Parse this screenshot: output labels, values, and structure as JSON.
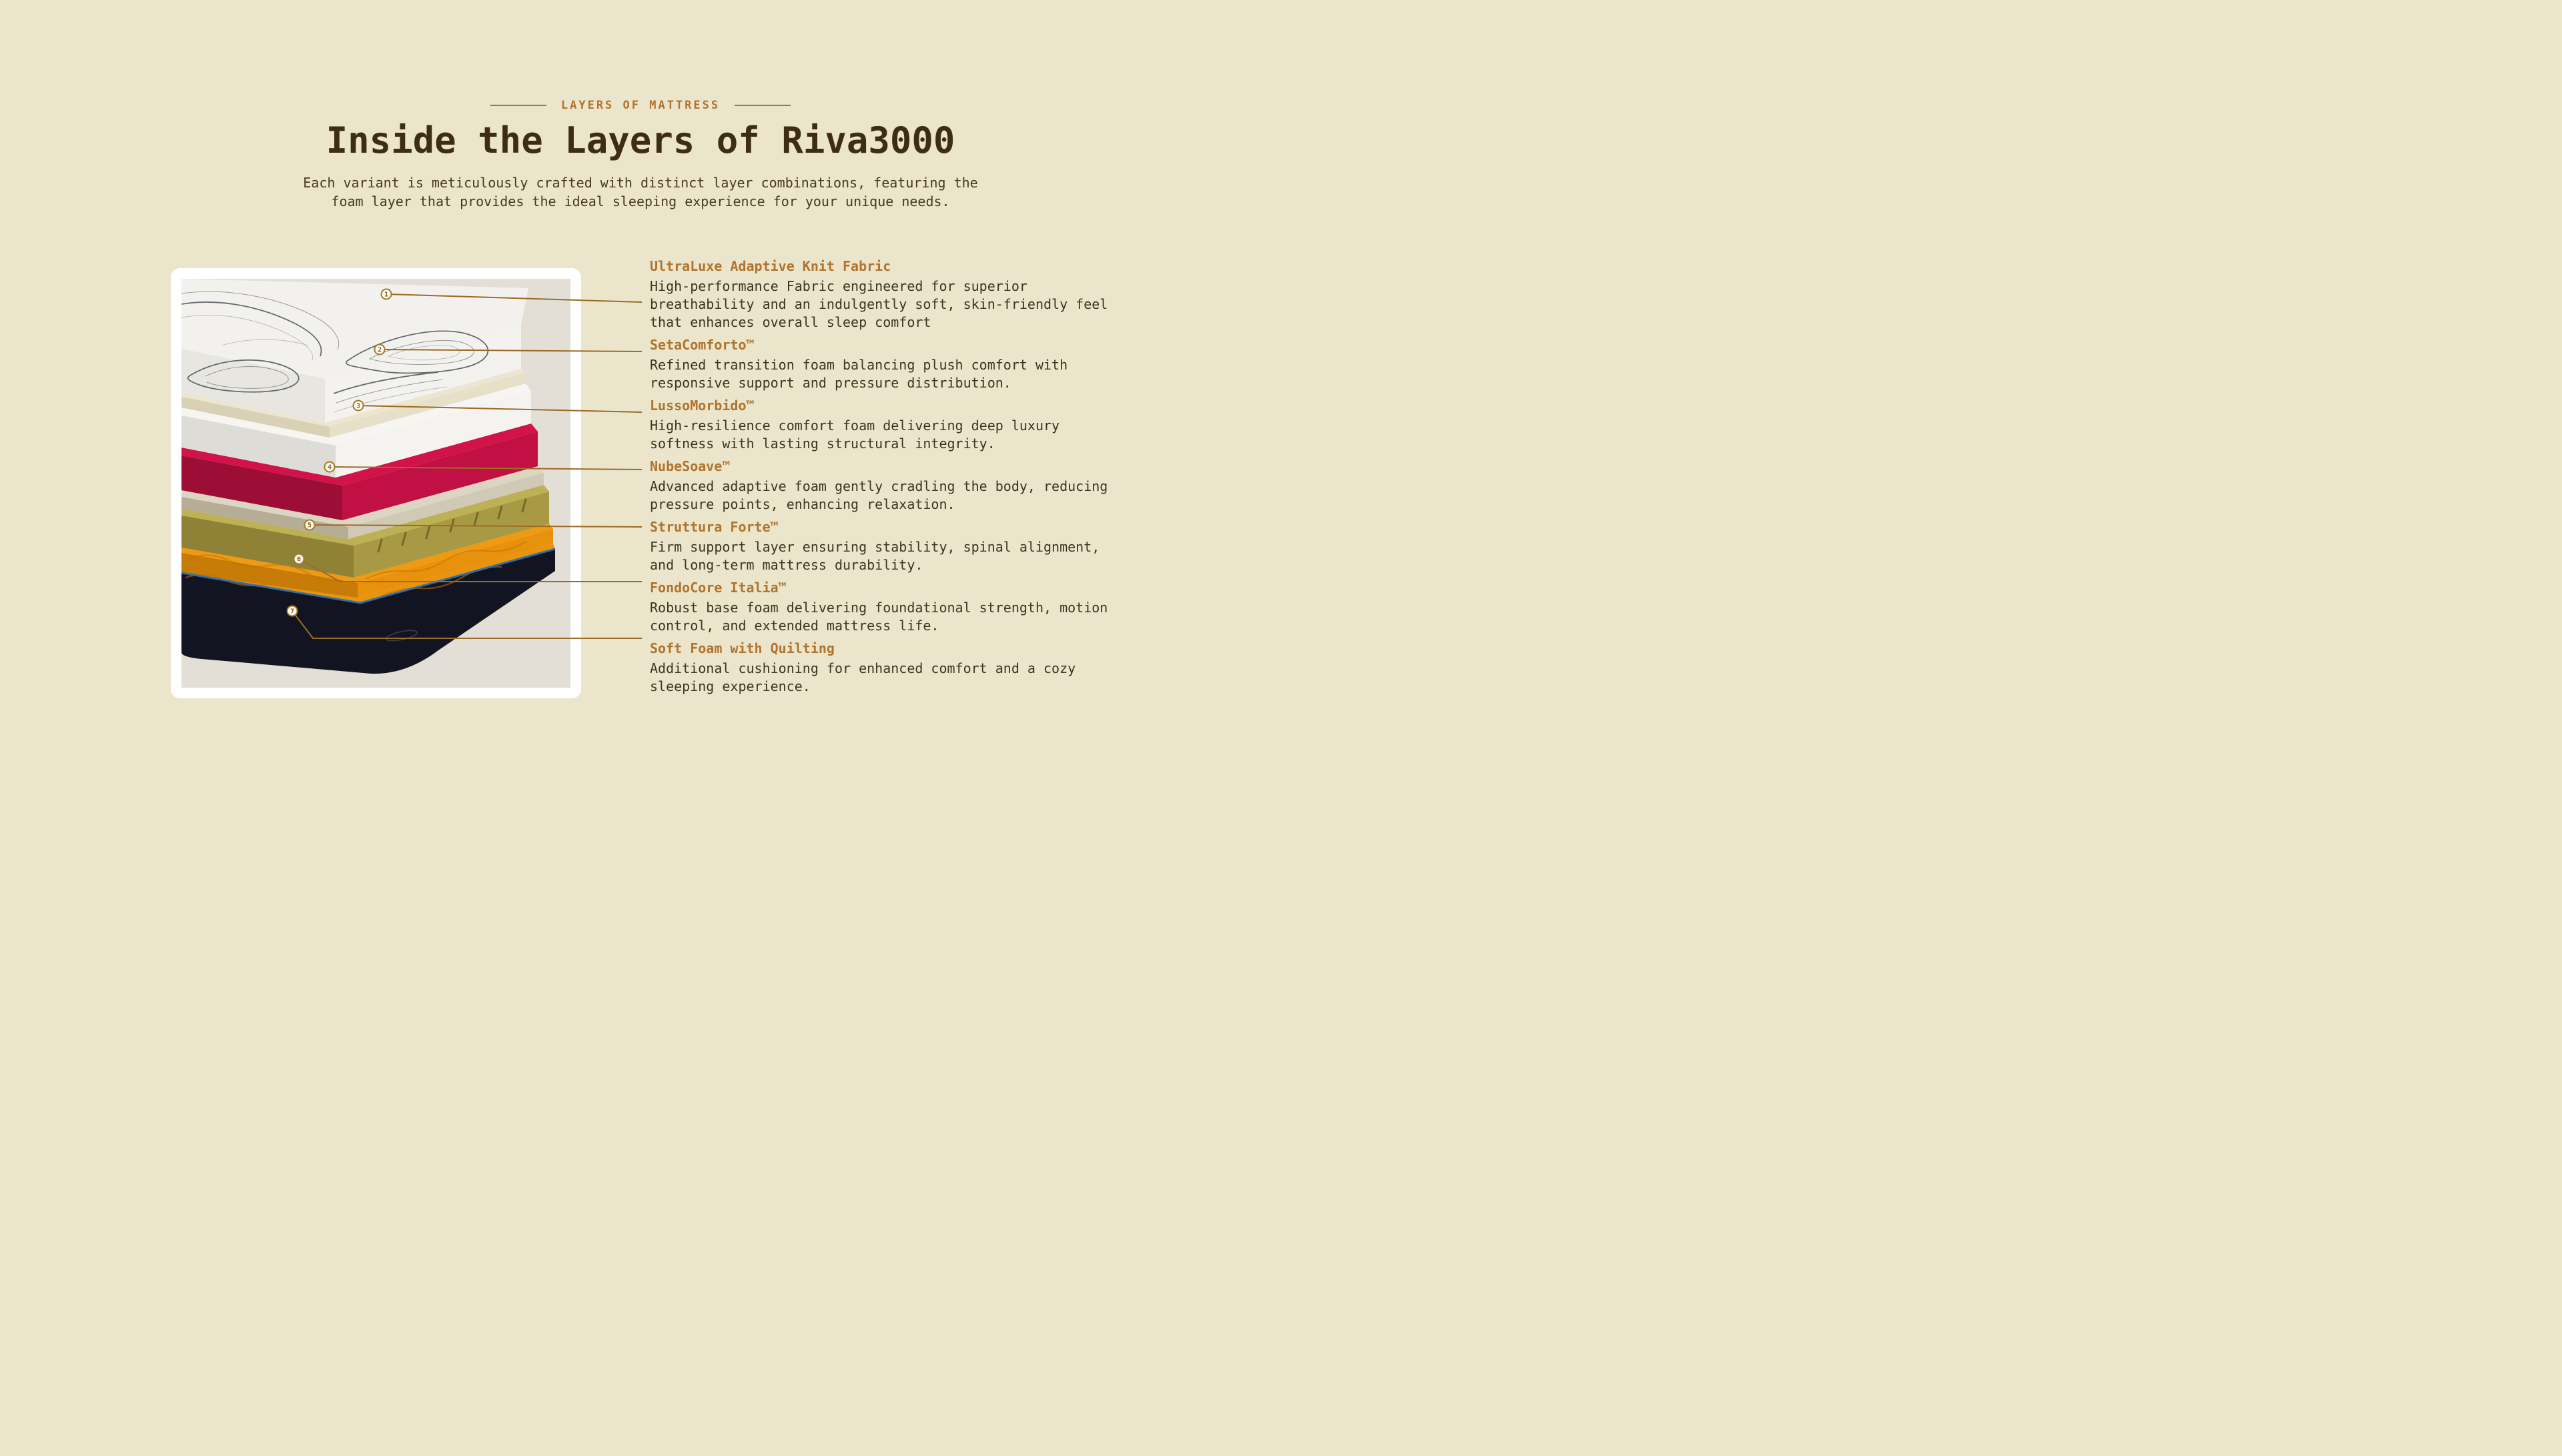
{
  "colors": {
    "page_background": "#ebe5cb",
    "frame_background": "#ffffff",
    "panel_background": "#e3dfd6",
    "accent": "#b0742e",
    "heading": "#3e2d16",
    "body_text": "#3d3322",
    "callout_line": "#9c6c24",
    "mattress_layers": [
      {
        "name": "knit-fabric-top",
        "color": "#f2f1ed"
      },
      {
        "name": "transition-foam",
        "color": "#e6e0c9"
      },
      {
        "name": "comfort-foam",
        "color": "#f4f3f0"
      },
      {
        "name": "adaptive-foam",
        "color": "#c01044"
      },
      {
        "name": "firm-support-layer",
        "color": "#d0c9b5"
      },
      {
        "name": "base-foam",
        "color": "#a89a44"
      },
      {
        "name": "quilted-soft-foam",
        "color": "#e8910d"
      },
      {
        "name": "cover-base",
        "color": "#121521"
      },
      {
        "name": "piping",
        "color": "#2e6fb2"
      }
    ]
  },
  "header": {
    "eyebrow": "LAYERS OF MATTRESS",
    "title": "Inside the Layers of Riva3000",
    "subtitle": "Each variant is meticulously crafted with distinct layer combinations, featuring the foam layer that provides the ideal sleeping experience for your unique needs."
  },
  "layers": [
    {
      "num": "1",
      "name": "UltraLuxe Adaptive Knit Fabric",
      "desc": "High-performance Fabric engineered for superior breathability and an indulgently soft, skin-friendly feel that enhances overall sleep comfort"
    },
    {
      "num": "2",
      "name": "SetaComforto™",
      "desc": "Refined transition foam balancing plush comfort with responsive support and pressure distribution."
    },
    {
      "num": "3",
      "name": "LussoMorbido™",
      "desc": "High-resilience comfort foam delivering deep luxury softness with lasting structural integrity."
    },
    {
      "num": "4",
      "name": "NubeSoave™",
      "desc": "Advanced adaptive foam gently cradling the body, reducing pressure points, enhancing relaxation."
    },
    {
      "num": "5",
      "name": "Struttura Forte™",
      "desc": "Firm support layer ensuring stability, spinal alignment, and long-term mattress durability."
    },
    {
      "num": "6",
      "name": "FondoCore Italia™",
      "desc": "Robust base foam delivering foundational strength, motion control, and extended mattress life."
    },
    {
      "num": "7",
      "name": "Soft Foam with Quilting",
      "desc": "Additional cushioning for enhanced comfort and a cozy sleeping experience."
    }
  ]
}
